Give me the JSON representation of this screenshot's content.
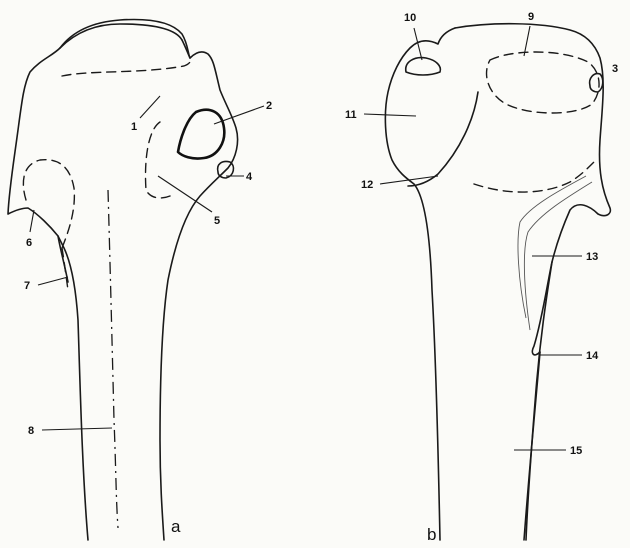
{
  "figure": {
    "panels": [
      {
        "id": "a",
        "caption": "a"
      },
      {
        "id": "b",
        "caption": "b"
      }
    ],
    "labels": {
      "n1": "1",
      "n2": "2",
      "n3": "3",
      "n4": "4",
      "n5": "5",
      "n6": "6",
      "n7": "7",
      "n8": "8",
      "n9": "9",
      "n10": "10",
      "n11": "11",
      "n12": "12",
      "n13": "13",
      "n14": "14",
      "n15": "15"
    },
    "colors": {
      "ink": "#1a1a1a",
      "paper": "#fbfbf8"
    }
  }
}
